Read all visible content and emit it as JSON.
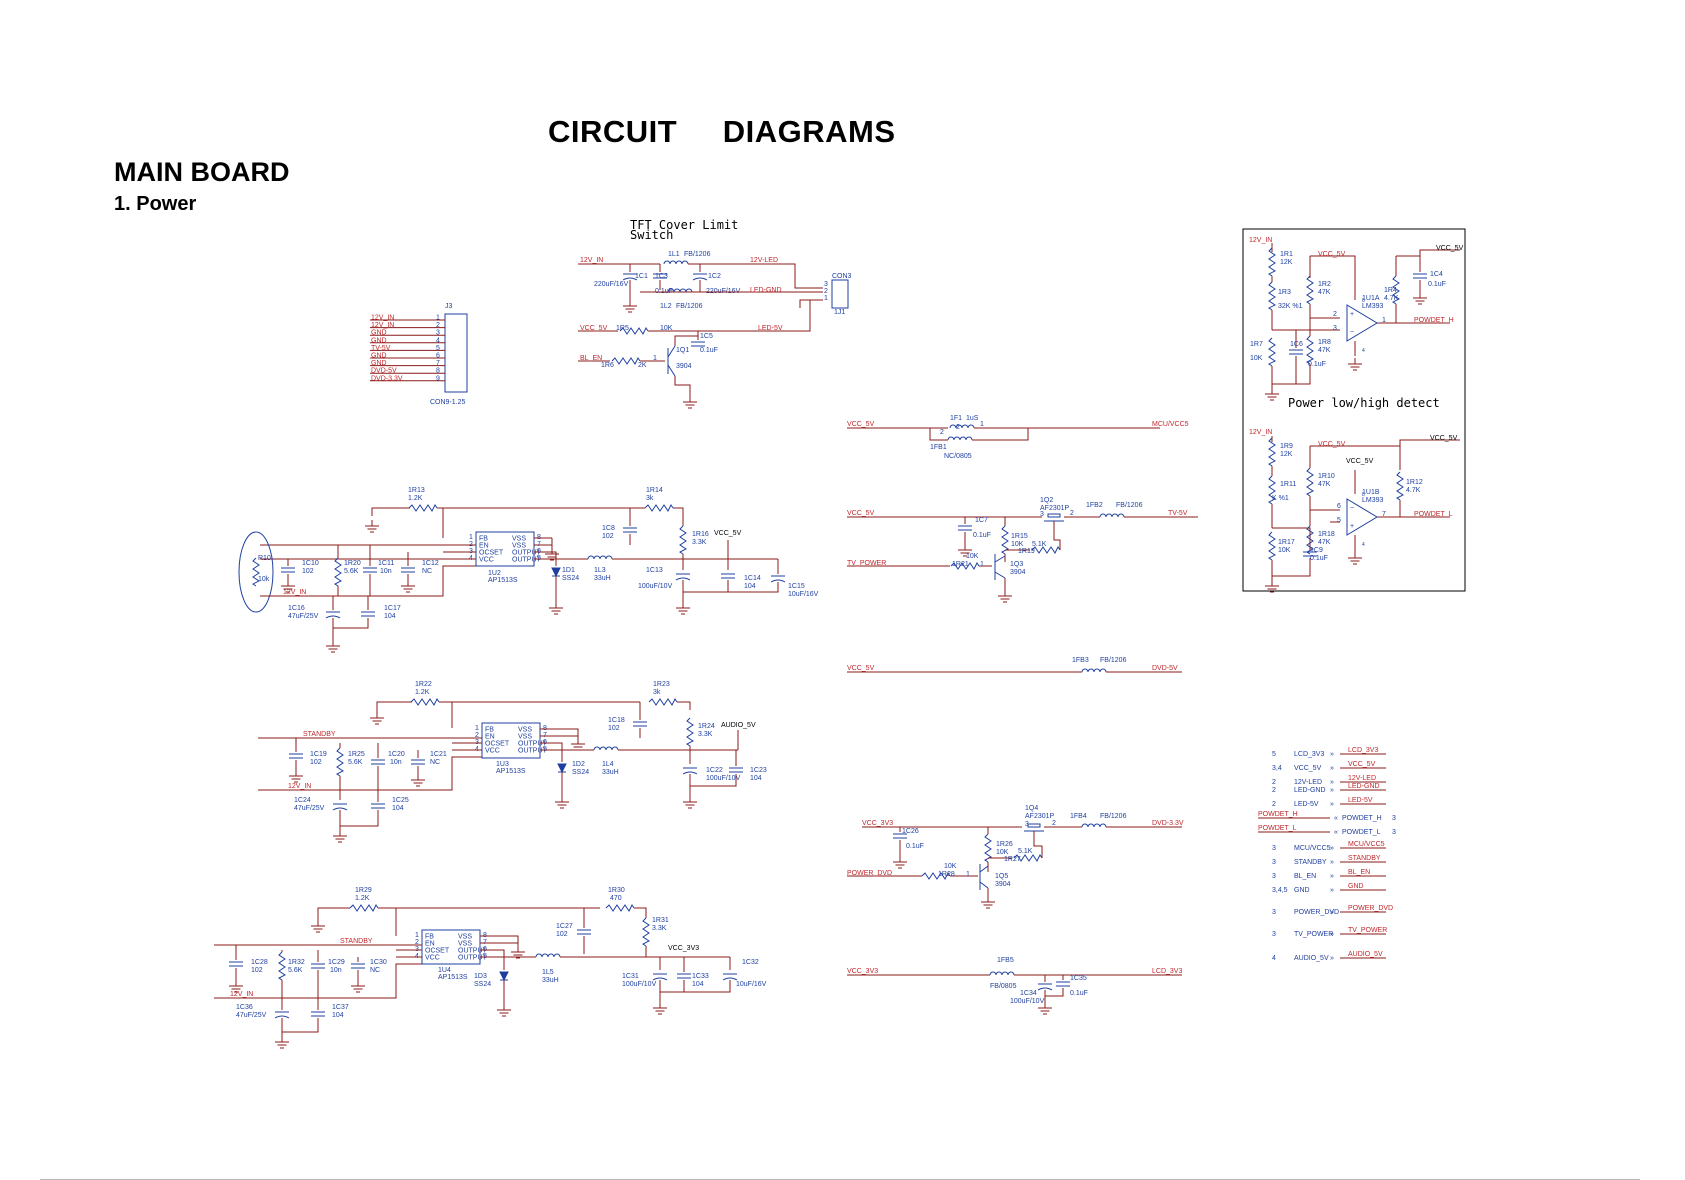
{
  "header": {
    "title": "CIRCUIT     DIAGRAMS",
    "board": "MAIN BOARD",
    "section": "1. Power"
  },
  "j3": {
    "ref": "J3",
    "part": "CON9-1.25",
    "pins": [
      "12V_IN",
      "12V_IN",
      "GND",
      "GND",
      "TV-5V",
      "GND",
      "GND",
      "DVD-5V",
      "DVD-3.3V"
    ],
    "numbers": [
      "1",
      "2",
      "3",
      "4",
      "5",
      "6",
      "7",
      "8",
      "9"
    ]
  },
  "tft": {
    "title_line1": "TFT Cover Limit",
    "title_line2": "Switch",
    "l1": "1L1",
    "l1_val": "FB/1206",
    "l2": "1L2",
    "l2_val": "FB/1206",
    "c1": "1C1",
    "c1_val": "220uF/16V",
    "c3": "1C3",
    "c3_val": "0.1uF",
    "c2": "1C2",
    "c2_val": "220uF/16V",
    "con3": "CON3",
    "j1": "1J1",
    "net_12v_in": "12V_IN",
    "net_12v_led": "12V-LED",
    "net_led_gnd": "LED-GND",
    "net_vcc5": "VCC_5V",
    "net_led5": "LED-5V",
    "net_bl_en": "BL_EN",
    "r5": "1R5",
    "r5_val": "10K",
    "r6": "1R6",
    "r6_val": "2K",
    "q1": "1Q1",
    "q1_val": "3904",
    "c5": "1C5",
    "c5_val": "0.1uF"
  },
  "mcu": {
    "net_vcc5": "VCC_5V",
    "net_mcu": "MCU/VCC5",
    "f1": "1F1",
    "f1_val": "1uS",
    "fb1": "1FB1",
    "fb1_val": "NC/0805"
  },
  "tvpwr": {
    "net_vcc5": "VCC_5V",
    "net_tv5": "TV-5V",
    "net_tv_power": "TV_POWER",
    "q2": "1Q2",
    "q2_val": "AF2301P",
    "fb2": "1FB2",
    "fb2_val": "FB/1206",
    "c7": "1C7",
    "c7_val": "0.1uF",
    "r15": "1R15",
    "r15_val": "10K",
    "r19": "1R19",
    "r19_val": "5.1K",
    "r21": "1R21",
    "r21_val": "10K",
    "q3": "1Q3",
    "q3_val": "3904"
  },
  "dvd5": {
    "net_vcc5": "VCC_5V",
    "net_dvd5": "DVD-5V",
    "fb3": "1FB3",
    "fb3_val": "FB/1206"
  },
  "dvd33": {
    "net_vcc33": "VCC_3V3",
    "net_dvd33": "DVD-3.3V",
    "net_power_dvd": "POWER_DVD",
    "c26": "1C26",
    "c26_val": "0.1uF",
    "q4": "1Q4",
    "q4_val": "AF2301P",
    "fb4": "1FB4",
    "fb4_val": "FB/1206",
    "r26": "1R26",
    "r26_val": "10K",
    "r27": "1R27",
    "r27_val": "5.1K",
    "r28": "1R28",
    "r28_val": "10K",
    "q5": "1Q5",
    "q5_val": "3904"
  },
  "lcd33": {
    "net_vcc33": "VCC_3V3",
    "net_lcd33": "LCD_3V3",
    "fb5": "1FB5",
    "fb5_val": "FB/0805",
    "c34": "1C34",
    "c34_val": "100uF/10V",
    "c35": "1C35",
    "c35_val": "0.1uF"
  },
  "reg1": {
    "r13": "1R13",
    "r13_val": "1.2K",
    "r14": "1R14",
    "r14_val": "3k",
    "r10": "R10",
    "r10_val": "10k",
    "c10": "1C10",
    "c10_val": "102",
    "r20": "1R20",
    "r20_val": "5.6K",
    "c11": "1C11",
    "c11_val": "10n",
    "c12": "1C12",
    "c12_val": "NC",
    "u2": "1U2",
    "u2_val": "AP1513S",
    "pins_left": [
      "FB",
      "EN",
      "OCSET",
      "VCC"
    ],
    "pins_right": [
      "VSS",
      "VSS",
      "OUTPUT",
      "OUTPUT"
    ],
    "pin_nums_left": [
      "1",
      "2",
      "3",
      "4"
    ],
    "pin_nums_right": [
      "8",
      "7",
      "6",
      "5"
    ],
    "c8": "1C8",
    "c8_val": "102",
    "r16": "1R16",
    "r16_val": "3.3K",
    "d1": "1D1",
    "d1_val": "SS24",
    "l3": "1L3",
    "l3_val": "33uH",
    "c13": "1C13",
    "c13_val": "100uF/10V",
    "c14": "1C14",
    "c14_val": "104",
    "c15": "1C15",
    "c15_val": "10uF/16V",
    "net_vcc5": "VCC_5V",
    "net_12v": "12V_IN",
    "c16": "1C16",
    "c16_val": "47uF/25V",
    "c17": "1C17",
    "c17_val": "104"
  },
  "reg2": {
    "r22": "1R22",
    "r22_val": "1.2K",
    "r23": "1R23",
    "r23_val": "3k",
    "net_standby": "STANDBY",
    "net_12v": "12V_IN",
    "net_audio": "AUDIO_5V",
    "c19": "1C19",
    "c19_val": "102",
    "r25": "1R25",
    "r25_val": "5.6K",
    "c20": "1C20",
    "c20_val": "10n",
    "c21": "1C21",
    "c21_val": "NC",
    "u3": "1U3",
    "u3_val": "AP1513S",
    "c18": "1C18",
    "c18_val": "102",
    "r24": "1R24",
    "r24_val": "3.3K",
    "d2": "1D2",
    "d2_val": "SS24",
    "l4": "1L4",
    "l4_val": "33uH",
    "c22": "1C22",
    "c22_val": "100uF/10V",
    "c23": "1C23",
    "c23_val": "104",
    "c24": "1C24",
    "c24_val": "47uF/25V",
    "c25": "1C25",
    "c25_val": "104"
  },
  "reg3": {
    "r29": "1R29",
    "r29_val": "1.2K",
    "r30": "1R30",
    "r30_val": "470",
    "net_standby": "STANDBY",
    "net_12v": "12V_IN",
    "net_vcc33": "VCC_3V3",
    "c27": "1C27",
    "c27_val": "102",
    "r31": "1R31",
    "r31_val": "3.3K",
    "c28": "1C28",
    "c28_val": "102",
    "r32": "1R32",
    "r32_val": "5.6K",
    "c29": "1C29",
    "c29_val": "10n",
    "c30": "1C30",
    "c30_val": "NC",
    "u4": "1U4",
    "u4_val": "AP1513S",
    "d3": "1D3",
    "d3_val": "SS24",
    "l5": "1L5",
    "l5_val": "33uH",
    "c31": "1C31",
    "c31_val": "100uF/10V",
    "c33": "1C33",
    "c33_val": "104",
    "c32": "1C32",
    "c32_val": "10uF/16V",
    "c36": "1C36",
    "c36_val": "47uF/25V",
    "c37": "1C37",
    "c37_val": "104"
  },
  "detect": {
    "caption": "Power low/high detect",
    "net_12v": "12V_IN",
    "net_vcc5": "VCC_5V",
    "r1": "1R1",
    "r1_val": "12K",
    "r3": "1R3",
    "r3_val": "32K %1",
    "r7": "1R7",
    "r7_val": "10K",
    "c6": "1C6",
    "c6_val": "0.1uF",
    "r2": "1R2",
    "r2_val": "47K",
    "r8": "1R8",
    "r8_val": "47K",
    "u1a": "1U1A",
    "u1a_val": "LM393",
    "r4": "1R4",
    "r4_val": "4.7K",
    "c4": "1C4",
    "c4_val": "0.1uF",
    "out_h": "POWDET_H",
    "r9": "1R9",
    "r9_val": "12K",
    "r11": "1R11",
    "r11_val": "K %1",
    "r17": "1R17",
    "r17_val": "10K",
    "c9": "1C9",
    "c9_val": "0.1uF",
    "r10": "1R10",
    "r10_val": "47K",
    "r18": "1R18",
    "r18_val": "47K",
    "u1b": "1U1B",
    "u1b_val": "LM393",
    "r12": "1R12",
    "r12_val": "4.7K",
    "out_l": "POWDET_L"
  },
  "ports": [
    {
      "num": "5",
      "name": "LCD_3V3",
      "net": "LCD_3V3"
    },
    {
      "num": "3,4",
      "name": "VCC_5V",
      "net": "VCC_5V"
    },
    {
      "num": "2",
      "name": "12V-LED",
      "net": "12V-LED"
    },
    {
      "num": "2",
      "name": "LED-GND",
      "net": "LED-GND"
    },
    {
      "num": "2",
      "name": "LED-5V",
      "net": "LED-5V"
    },
    {
      "num": "POWDET_H",
      "name": "POWDET_H",
      "net": "3"
    },
    {
      "num": "POWDET_L",
      "name": "POWDET_L",
      "net": "3"
    },
    {
      "num": "3",
      "name": "MCU/VCC5",
      "net": "MCU/VCC5"
    },
    {
      "num": "3",
      "name": "STANDBY",
      "net": "STANDBY"
    },
    {
      "num": "3",
      "name": "BL_EN",
      "net": "BL_EN"
    },
    {
      "num": "3,4,5",
      "name": "GND",
      "net": "GND"
    },
    {
      "num": "3",
      "name": "POWER_DVD",
      "net": "POWER_DVD"
    },
    {
      "num": "3",
      "name": "TV_POWER",
      "net": "TV_POWER"
    },
    {
      "num": "4",
      "name": "AUDIO_5V",
      "net": "AUDIO_5V"
    }
  ]
}
